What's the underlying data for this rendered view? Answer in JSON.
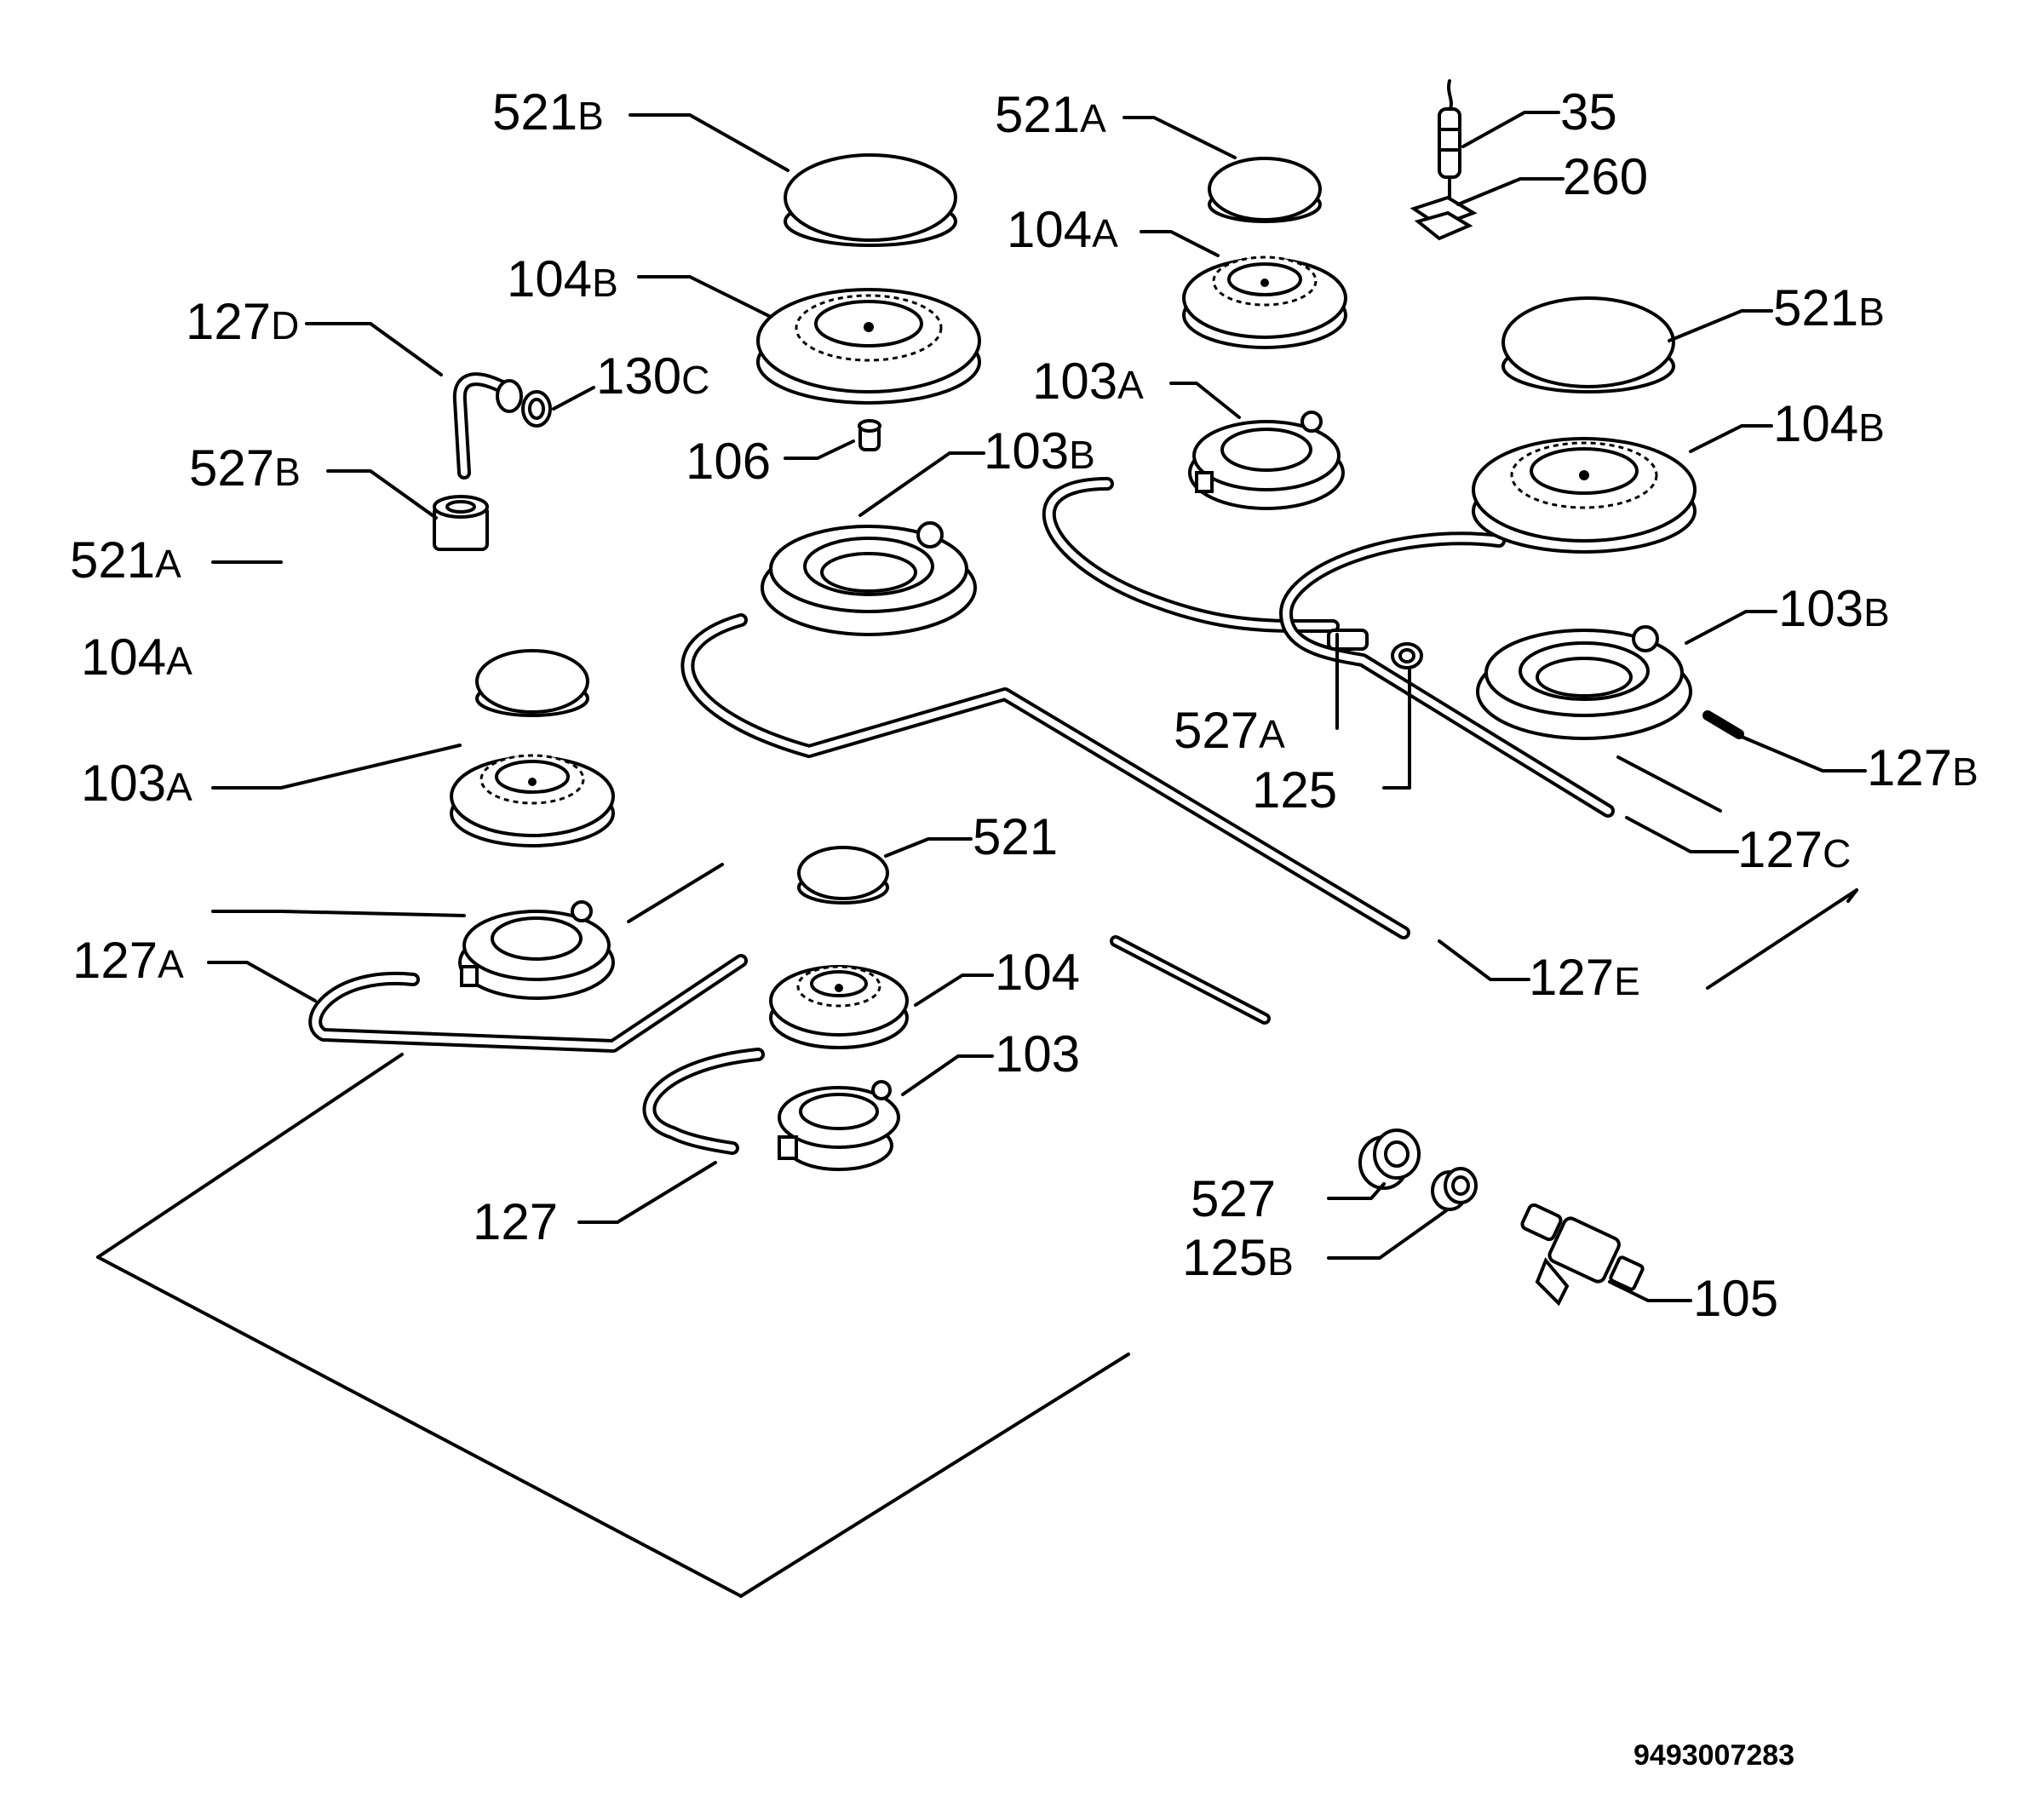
{
  "labels": {
    "l_521B_left": {
      "num": "521",
      "sub": "B"
    },
    "l_104B_left": {
      "num": "104",
      "sub": "B"
    },
    "l_127D": {
      "num": "127",
      "sub": "D"
    },
    "l_130C": {
      "num": "130",
      "sub": "C"
    },
    "l_527B": {
      "num": "527",
      "sub": "B"
    },
    "l_106": {
      "num": "106",
      "sub": ""
    },
    "l_103B_center": {
      "num": "103",
      "sub": "B"
    },
    "l_521A_top": {
      "num": "521",
      "sub": "A"
    },
    "l_104A_top": {
      "num": "104",
      "sub": "A"
    },
    "l_103A_top": {
      "num": "103",
      "sub": "A"
    },
    "l_35": {
      "num": "35",
      "sub": ""
    },
    "l_260": {
      "num": "260",
      "sub": ""
    },
    "l_521B_right": {
      "num": "521",
      "sub": "B"
    },
    "l_104B_right": {
      "num": "104",
      "sub": "B"
    },
    "l_103B_right": {
      "num": "103",
      "sub": "B"
    },
    "l_521A_left": {
      "num": "521",
      "sub": "A"
    },
    "l_104A_left": {
      "num": "104",
      "sub": "A"
    },
    "l_103A_left": {
      "num": "103",
      "sub": "A"
    },
    "l_527A": {
      "num": "527",
      "sub": "A"
    },
    "l_125": {
      "num": "125",
      "sub": ""
    },
    "l_127B": {
      "num": "127",
      "sub": "B"
    },
    "l_127C": {
      "num": "127",
      "sub": "C"
    },
    "l_521": {
      "num": "521",
      "sub": ""
    },
    "l_127A": {
      "num": "127",
      "sub": "A"
    },
    "l_104": {
      "num": "104",
      "sub": ""
    },
    "l_127E": {
      "num": "127",
      "sub": "E"
    },
    "l_103": {
      "num": "103",
      "sub": ""
    },
    "l_127": {
      "num": "127",
      "sub": ""
    },
    "l_527": {
      "num": "527",
      "sub": ""
    },
    "l_125B": {
      "num": "125",
      "sub": "B"
    },
    "l_105": {
      "num": "105",
      "sub": ""
    }
  },
  "document_number": "9493007283"
}
